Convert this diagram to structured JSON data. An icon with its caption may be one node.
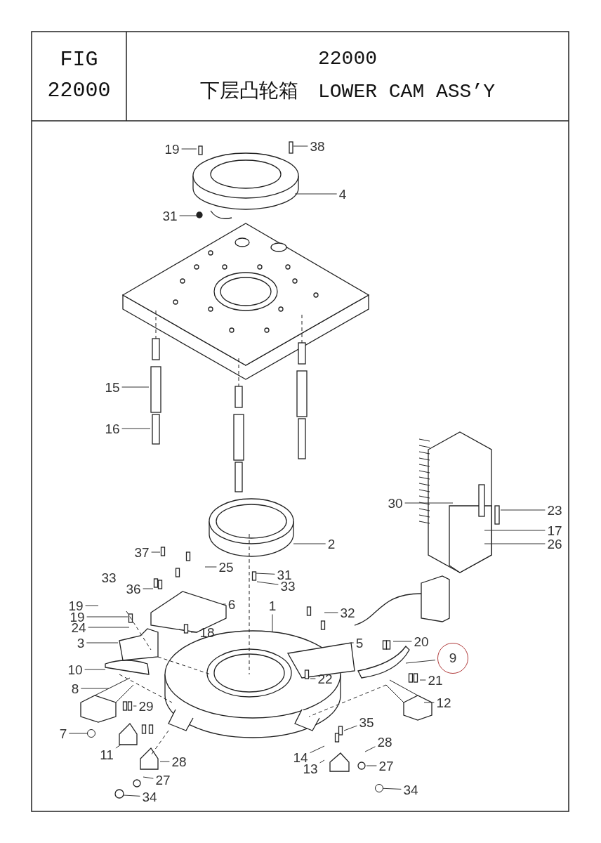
{
  "diagram": {
    "nodes": [
      {
        "text": [
          "19"
        ]
      },
      {
        "text": [
          "38"
        ]
      },
      {
        "text": [
          "4"
        ]
      },
      {
        "text": [
          "31"
        ]
      },
      {
        "text": [
          "15"
        ]
      },
      {
        "text": [
          "16"
        ]
      },
      {
        "text": [
          "30"
        ]
      },
      {
        "text": [
          "23"
        ]
      },
      {
        "text": [
          "17"
        ]
      },
      {
        "text": [
          "2"
        ]
      },
      {
        "text": [
          "26"
        ]
      },
      {
        "text": [
          "37"
        ]
      },
      {
        "text": [
          "25"
        ]
      },
      {
        "text": [
          "31"
        ]
      },
      {
        "text": [
          "33"
        ]
      },
      {
        "text": [
          "36"
        ]
      },
      {
        "text": [
          "1"
        ]
      },
      {
        "text": [
          "6"
        ]
      },
      {
        "text": [
          "19"
        ]
      },
      {
        "text": [
          "32"
        ]
      },
      {
        "text": [
          "19"
        ]
      },
      {
        "text": [
          "24"
        ]
      },
      {
        "text": [
          "18"
        ]
      },
      {
        "text": [
          "20"
        ]
      },
      {
        "text": [
          "3"
        ]
      },
      {
        "text": [
          "5"
        ]
      },
      {
        "text": [
          "9"
        ]
      },
      {
        "text": [
          "10"
        ]
      },
      {
        "text": [
          "22"
        ]
      },
      {
        "text": [
          "21"
        ]
      },
      {
        "text": [
          "8"
        ]
      },
      {
        "text": [
          "12"
        ]
      },
      {
        "text": [
          "29"
        ]
      },
      {
        "text": [
          "35"
        ]
      },
      {
        "text": [
          "7"
        ]
      },
      {
        "text": [
          "28"
        ]
      },
      {
        "text": [
          "11"
        ]
      },
      {
        "text": [
          "14"
        ]
      },
      {
        "text": [
          "28"
        ]
      },
      {
        "text": [
          "13"
        ]
      },
      {
        "text": [
          "27"
        ]
      },
      {
        "text": [
          "34"
        ]
      },
      {
        "text": [
          "27"
        ]
      },
      {
        "text": [
          "34"
        ]
      },
      {
        "text": [],
        "shape": "circle"
      },
      {
        "text": [],
        "shape": "circle"
      }
    ],
    "edges": [
      {
        "from": 0,
        "to": null,
        "arrow": "none"
      },
      {
        "from": 1,
        "to": null,
        "arrow": "none"
      },
      {
        "from": 2,
        "to": null,
        "arrow": "none"
      },
      {
        "from": 3,
        "to": null,
        "arrow": "none"
      },
      {
        "from": 4,
        "to": null,
        "arrow": "none"
      },
      {
        "from": 5,
        "to": null,
        "arrow": "none"
      },
      {
        "from": 6,
        "to": null,
        "arrow": "none"
      },
      {
        "from": 7,
        "to": null,
        "arrow": "none"
      },
      {
        "from": 8,
        "to": null,
        "arrow": "none"
      },
      {
        "from": 9,
        "to": null,
        "arrow": "none"
      },
      {
        "from": 10,
        "to": null,
        "arrow": "none"
      },
      {
        "from": 11,
        "to": null,
        "arrow": "none"
      },
      {
        "from": 12,
        "to": null,
        "arrow": "none"
      },
      {
        "from": 13,
        "to": null,
        "arrow": "none"
      },
      {
        "from": 14,
        "to": null,
        "arrow": "none"
      },
      {
        "from": 15,
        "to": null,
        "arrow": "none"
      },
      {
        "from": 16,
        "to": null,
        "arrow": "none"
      },
      {
        "from": 17,
        "to": null,
        "arrow": "none"
      },
      {
        "from": 18,
        "to": null,
        "arrow": "none"
      },
      {
        "from": 19,
        "to": null,
        "arrow": "none"
      },
      {
        "from": 20,
        "to": null,
        "arrow": "none"
      },
      {
        "from": 21,
        "to": null,
        "arrow": "none"
      },
      {
        "from": 22,
        "to": null,
        "arrow": "none"
      },
      {
        "from": 23,
        "to": null,
        "arrow": "none"
      },
      {
        "from": 24,
        "to": null,
        "arrow": "none"
      },
      {
        "from": 25,
        "to": null,
        "arrow": "none"
      },
      {
        "from": 26,
        "to": null,
        "arrow": "none"
      },
      {
        "from": 27,
        "to": null,
        "arrow": "none"
      },
      {
        "from": 28,
        "to": null,
        "arrow": "none"
      },
      {
        "from": 29,
        "to": null,
        "arrow": "none"
      },
      {
        "from": 30,
        "to": null,
        "arrow": "none"
      },
      {
        "from": 31,
        "to": null,
        "arrow": "none"
      },
      {
        "from": 32,
        "to": null,
        "arrow": "none"
      },
      {
        "from": 33,
        "to": null,
        "arrow": "none"
      },
      {
        "from": 34,
        "to": 44,
        "arrow": "none"
      },
      {
        "from": 35,
        "to": null,
        "arrow": "none"
      },
      {
        "from": 36,
        "to": null,
        "arrow": "none"
      },
      {
        "from": 37,
        "to": null,
        "arrow": "none"
      },
      {
        "from": 38,
        "to": null,
        "arrow": "none"
      },
      {
        "from": 39,
        "to": null,
        "arrow": "none"
      },
      {
        "from": 40,
        "to": null,
        "arrow": "none"
      },
      {
        "from": 41,
        "to": 45,
        "arrow": "none"
      },
      {
        "from": 42,
        "to": null,
        "arrow": "none"
      },
      {
        "from": 43,
        "to": null,
        "arrow": "none"
      }
    ],
    "labels": [
      "FIG 22000",
      "22000",
      "下层凸轮箱　LOWER CAM ASS’Y",
      "33"
    ]
  }
}
